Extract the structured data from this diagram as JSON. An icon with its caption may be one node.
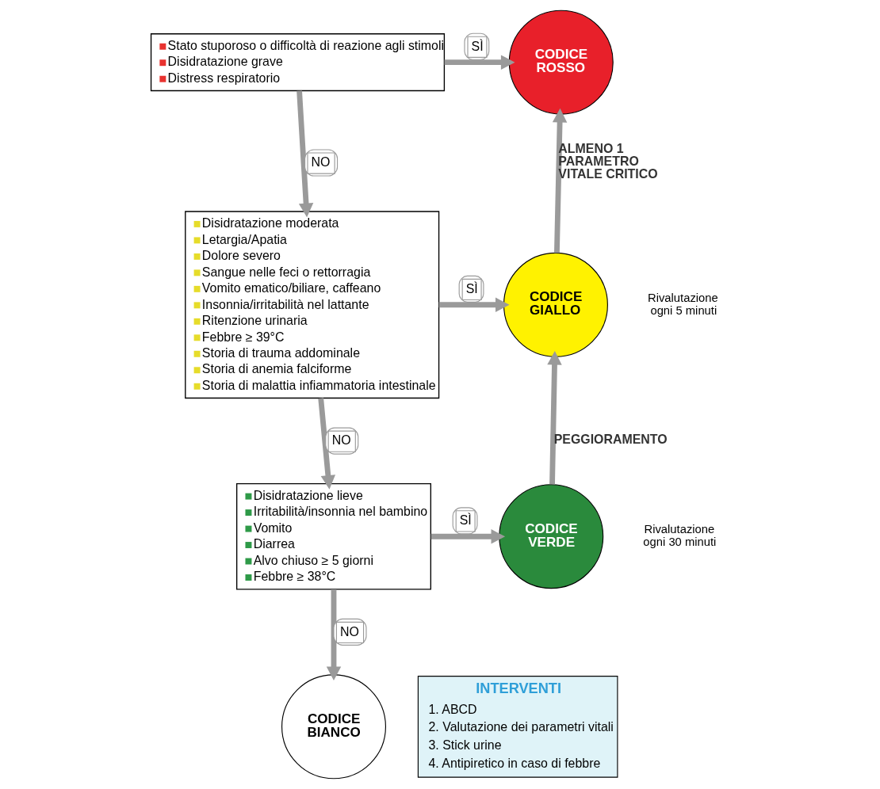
{
  "diagram": {
    "nodes": [
      {
        "text": [
          "Stato stuporoso o difficoltà di reazione agli stimoli",
          "Disidratazione grave",
          "Distress respiratorio"
        ]
      },
      {
        "text": [
          "CODICE ROSSO"
        ]
      },
      {
        "text": [
          "Disidratazione moderata",
          "Letargia/Apatia",
          "Dolore severo",
          "Sangue nelle feci o rettorragia",
          "Vomito ematico/biliare, caffeano",
          "Insonnia/irritabilità nel lattante",
          "Ritenzione urinaria",
          "Febbre ≥ 39°C",
          "Storia di trauma addominale",
          "Storia di anemia falciforme",
          "Storia di malattia infiammatoria intestinale"
        ]
      },
      {
        "text": [
          "CODICE GIALLO"
        ],
        "beside": [
          "Rivalutazione ogni 5 minuti"
        ]
      },
      {
        "text": [
          "Disidratazione lieve",
          "Irritabilità/insonnia nel bambino",
          "Vomito",
          "Diarrea",
          "Alvo chiuso ≥ 5 giorni",
          "Febbre ≥ 38°C"
        ]
      },
      {
        "text": [
          "CODICE VERDE"
        ],
        "beside": [
          "Rivalutazione ogni 30 minuti"
        ]
      },
      {
        "text": [
          "CODICE BIANCO"
        ]
      },
      {
        "text": [
          "INTERVENTI",
          "1. ABCD",
          "2. Valutazione dei parametri vitali",
          "3. Stick urine",
          "4. Antipiretico in caso di febbre"
        ]
      }
    ],
    "edges": [
      {
        "from": 0,
        "to": 1,
        "arrow": "to",
        "label": "SÌ"
      },
      {
        "from": 0,
        "to": 2,
        "arrow": "to",
        "label": "NO"
      },
      {
        "from": 2,
        "to": 3,
        "arrow": "to",
        "label": "SÌ"
      },
      {
        "from": 2,
        "to": 4,
        "arrow": "to",
        "label": "NO"
      },
      {
        "from": 4,
        "to": 5,
        "arrow": "to",
        "label": "SÌ"
      },
      {
        "from": 4,
        "to": 6,
        "arrow": "to",
        "label": "NO"
      },
      {
        "from": 3,
        "to": 1,
        "arrow": "to",
        "label": "ALMENO 1 PARAMETRO VITALE CRITICO"
      },
      {
        "from": 5,
        "to": 3,
        "arrow": "to",
        "label": "PEGGIORAMENTO"
      }
    ]
  }
}
